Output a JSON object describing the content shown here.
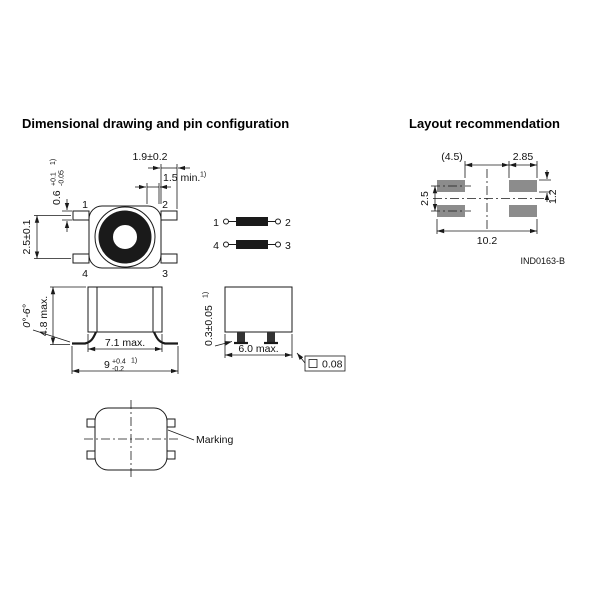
{
  "titles": {
    "left": "Dimensional drawing and pin configuration",
    "right": "Layout recommendation"
  },
  "footnote": "1)",
  "pins": {
    "p1": "1",
    "p2": "2",
    "p3": "3",
    "p4": "4"
  },
  "top_view": {
    "dim_terminal_width": "1.9±0.2",
    "dim_terminal_gap": "1.5 min.",
    "dim_lead_width": {
      "base": "0.6",
      "plus": "+0.1",
      "minus": "-0.05"
    },
    "dim_pitch": "2.5±0.1"
  },
  "front_view": {
    "dim_height": "4.8 max.",
    "dim_angle": "0°-6°",
    "dim_body_width": "7.1 max.",
    "dim_overall_width": {
      "base": "9",
      "plus": "+0.4",
      "minus": "-0.2"
    }
  },
  "side_view": {
    "dim_lead_thickness": "0.3±0.05",
    "dim_depth": "6.0 max.",
    "flatness": "0.08"
  },
  "bottom_view": {
    "marking_label": "Marking"
  },
  "layout": {
    "dim_gap": "(4.5)",
    "dim_pad_width": "2.85",
    "dim_pitch": "2.5",
    "dim_pad_height": "1.2",
    "dim_overall": "10.2",
    "drawing_code": "IND0163-B"
  }
}
